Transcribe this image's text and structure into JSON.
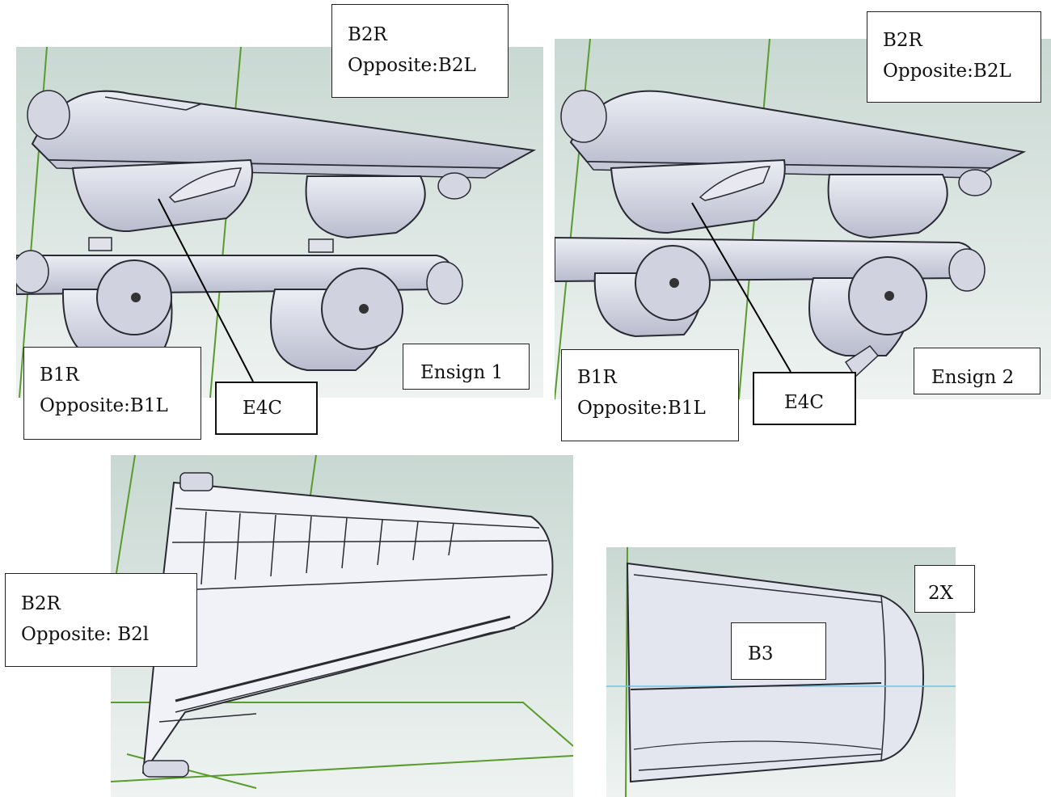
{
  "colors": {
    "background_top": "#c9d8d2",
    "background_bottom": "#eef3f1",
    "part_fill": "#d9dbe6",
    "part_shade": "#b7bacb",
    "edge": "#2a2a33",
    "construction_line": "#5a9b2e",
    "axis_line": "#6fc3e0"
  },
  "figure1": {
    "upper_label": {
      "line1": "B2R",
      "line2": "Opposite:B2L"
    },
    "lower_label": {
      "line1": "B1R",
      "line2": "Opposite:B1L"
    },
    "callout": "E4C",
    "ensign": "Ensign 1"
  },
  "figure2": {
    "upper_label": {
      "line1": "B2R",
      "line2": "Opposite:B2L"
    },
    "lower_label": {
      "line1": "B1R",
      "line2": "Opposite:B1L"
    },
    "callout": "E4C",
    "ensign": "Ensign 2"
  },
  "figure3": {
    "label": {
      "line1": "B2R",
      "line2": "Opposite: B2l"
    }
  },
  "figure4": {
    "part_label": "B3",
    "quantity": "2X"
  }
}
